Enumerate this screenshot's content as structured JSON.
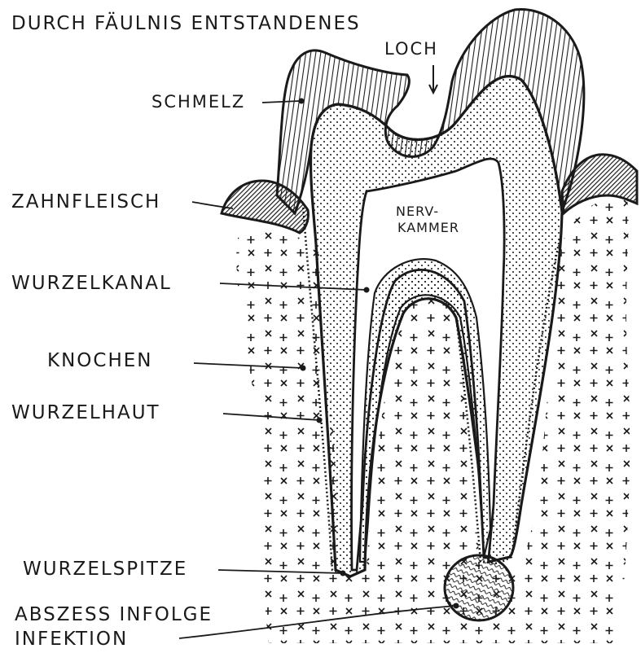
{
  "labels": {
    "title": "DURCH FÄULNIS ENTSTANDENES",
    "loch": "LOCH",
    "schmelz": "SCHMELZ",
    "zahnfleisch": "ZAHNFLEISCH",
    "nerv_1": "NERV-",
    "nerv_2": "KAMMER",
    "wurzelkanal": "WURZELKANAL",
    "knochen": "KNOCHEN",
    "wurzelhaut": "WURZELHAUT",
    "wurzelspitze": "WURZELSPITZE",
    "abszess_1": "ABSZESS INFOLGE",
    "abszess_2": "INFEKTION"
  },
  "colors": {
    "ink": "#1a1a1a",
    "paper": "#ffffff"
  }
}
